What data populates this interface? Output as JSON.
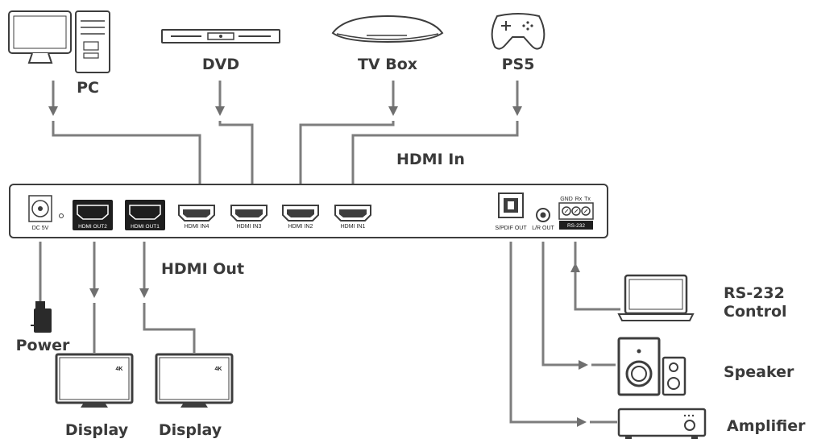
{
  "sources": {
    "pc": "PC",
    "dvd": "DVD",
    "tvbox": "TV Box",
    "ps5": "PS5"
  },
  "labels": {
    "hdmi_in": "HDMI In",
    "hdmi_out": "HDMI Out",
    "power": "Power",
    "display1": "Display",
    "display2": "Display",
    "display_badge": "4K",
    "rs232_line1": "RS-232",
    "rs232_line2": "Control",
    "speaker": "Speaker",
    "amplifier": "Amplifier"
  },
  "panel": {
    "dc5v": "DC 5V",
    "out2": "HDMI OUT2",
    "out1": "HDMI OUT1",
    "in4": "HDMI IN4",
    "in3": "HDMI IN3",
    "in2": "HDMI IN2",
    "in1": "HDMI IN1",
    "spdif": "S/PDIF OUT",
    "lr": "L/R OUT",
    "gnd": "GND",
    "rx": "Rx",
    "tx": "Tx",
    "rs232": "RS-232"
  },
  "colors": {
    "wire": "#7d7d7d",
    "device_outline": "#3d3d3d",
    "label_text": "#3a3a3a"
  }
}
